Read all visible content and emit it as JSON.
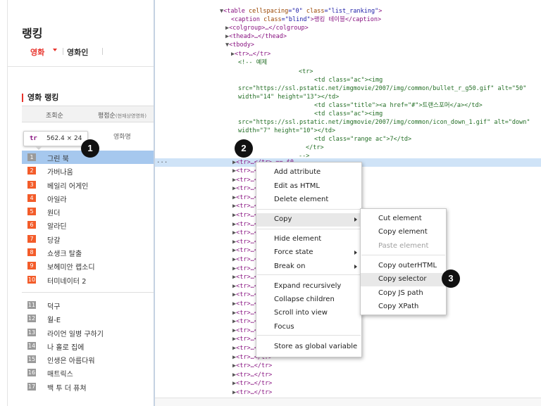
{
  "page": {
    "title": "랭킹",
    "nav": {
      "movie": "영화",
      "person": "영화인"
    },
    "section_title": "영화 랭킹",
    "sort_tabs": {
      "views": "조회순",
      "rating": "평점순",
      "rating_note": "(현재상영영화)"
    },
    "column_header": "영화명",
    "tooltip": {
      "tag": "tr",
      "size": "562.4 × 24"
    },
    "ranks_top": [
      {
        "num": "1",
        "title": "그린 북"
      },
      {
        "num": "2",
        "title": "가버나움"
      },
      {
        "num": "3",
        "title": "베일리 어게인"
      },
      {
        "num": "4",
        "title": "아일라"
      },
      {
        "num": "5",
        "title": "원더"
      },
      {
        "num": "6",
        "title": "알라딘"
      },
      {
        "num": "7",
        "title": "당갈"
      },
      {
        "num": "8",
        "title": "쇼생크 탈출"
      },
      {
        "num": "9",
        "title": "보헤미안 랩소디"
      },
      {
        "num": "10",
        "title": "터미네이터 2"
      }
    ],
    "ranks_bottom": [
      {
        "num": "11",
        "title": "덕구"
      },
      {
        "num": "12",
        "title": "월-E"
      },
      {
        "num": "13",
        "title": "라이언 일병 구하기"
      },
      {
        "num": "14",
        "title": "나 홀로 집에"
      },
      {
        "num": "15",
        "title": "인생은 아름다워"
      },
      {
        "num": "16",
        "title": "매트릭스"
      },
      {
        "num": "17",
        "title": "백 투 더 퓨쳐"
      }
    ]
  },
  "devtools": {
    "lines": {
      "table_open": [
        "▼",
        "<table ",
        "cellspacing",
        "=\"0\" ",
        "class",
        "=\"list_ranking\"",
        ">"
      ],
      "caption": [
        "<caption ",
        "class",
        "=\"blind\"",
        ">랭킹 테이블</caption>"
      ],
      "colgroup": [
        "▶",
        "<colgroup>…</colgroup>"
      ],
      "thead": [
        "▶",
        "<thead>…</thead>"
      ],
      "tbody": [
        "▼",
        "<tbody>"
      ],
      "tr_first": [
        "▶",
        "<tr>…</tr>"
      ],
      "comment_start": "<!-- 예제",
      "comment_tr": "<tr>",
      "comment_td1": "<td class=\"ac\"><img",
      "comment_src1": "src=\"https://ssl.pstatic.net/imgmovie/2007/img/common/bullet_r_g50.gif\" alt=\"50\"",
      "comment_wh1": "width=\"14\" height=\"13\"></td>",
      "comment_td2": "<td class=\"title\"><a href=\"#\">트랜스포머</a></td>",
      "comment_td3": "<td class=\"ac\"><img",
      "comment_src2": "src=\"https://ssl.pstatic.net/imgmovie/2007/img/common/icon_down_1.gif\" alt=\"down\"",
      "comment_wh2": "width=\"7\" height=\"10\"></td>",
      "comment_td4": "<td class=\"range ac\">7</td>",
      "comment_tr_close": "</tr>",
      "comment_end": "-->",
      "selected_row": "<tr>…</tr> == $0",
      "row_collapsed": "<tr>…</tr>",
      "row_tri": "▶",
      "dots": "..."
    },
    "context_menu": {
      "items": [
        "Add attribute",
        "Edit as HTML",
        "Delete element",
        "Copy",
        "Hide element",
        "Force state",
        "Break on",
        "Expand recursively",
        "Collapse children",
        "Scroll into view",
        "Focus",
        "Store as global variable"
      ]
    },
    "copy_submenu": {
      "items": [
        "Cut element",
        "Copy element",
        "Paste element",
        "Copy outerHTML",
        "Copy selector",
        "Copy JS path",
        "Copy XPath"
      ]
    }
  },
  "markers": [
    "1",
    "2",
    "3"
  ]
}
